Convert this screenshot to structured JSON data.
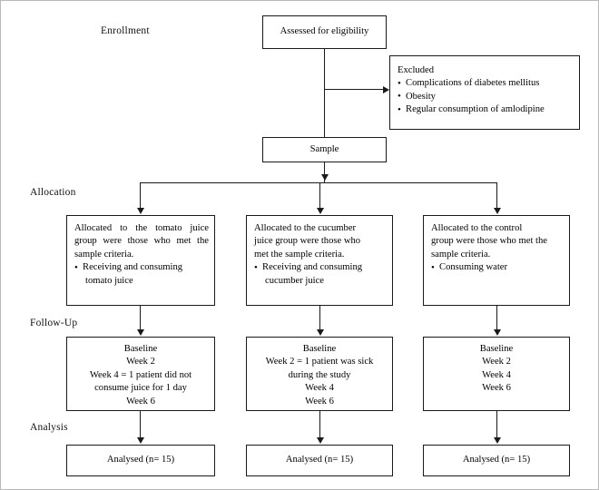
{
  "figure": {
    "type": "consort-flow-diagram",
    "title": "CONSORT participant flow diagram"
  },
  "stages": [
    {
      "id": "enrollment",
      "label": "Enrollment"
    },
    {
      "id": "allocation",
      "label": "Allocation"
    },
    {
      "id": "follow_up",
      "label": "Follow-Up"
    },
    {
      "id": "analysis",
      "label": "Analysis"
    }
  ],
  "enrollment": {
    "assessed": {
      "label": "Assessed for eligibility"
    },
    "excluded": {
      "heading": "Excluded",
      "reasons": [
        "Complications of diabetes mellitus",
        "Obesity",
        "Regular consumption of amlodipine"
      ]
    },
    "sample": {
      "label": "Sample"
    }
  },
  "allocation": {
    "arms": [
      {
        "id": "tomato",
        "text_line1": "Allocated to  the  tomato  juice",
        "text_line2": "group were those who met the",
        "text_line3": "sample criteria.",
        "bullet_line1": "Receiving  and  consuming",
        "bullet_line2": "tomato juice"
      },
      {
        "id": "cucumber",
        "text_line1": "Allocated to the cucumber",
        "text_line2": "juice group were those who",
        "text_line3": "met the sample criteria.",
        "bullet_line1": "Receiving  and  consuming",
        "bullet_line2": "cucumber juice"
      },
      {
        "id": "control",
        "text_line1": "Allocated to  the control",
        "text_line2": "group were those who met the",
        "text_line3": "sample criteria.",
        "bullet_line1": "Consuming water",
        "bullet_line2": ""
      }
    ]
  },
  "follow_up": {
    "arms": [
      {
        "id": "tomato",
        "lines": [
          "Baseline",
          "Week 2",
          "Week 4 = 1 patient did not",
          "consume juice for 1 day",
          "Week 6"
        ]
      },
      {
        "id": "cucumber",
        "lines": [
          "Baseline",
          "Week 2 = 1 patient was sick",
          "during the study",
          "Week 4",
          "Week 6"
        ]
      },
      {
        "id": "control",
        "lines": [
          "Baseline",
          "Week 2",
          "Week 4",
          "Week 6"
        ]
      }
    ]
  },
  "analysis": {
    "arms": [
      {
        "id": "tomato",
        "label": "Analysed  (n= 15)"
      },
      {
        "id": "cucumber",
        "label": "Analysed  (n= 15)"
      },
      {
        "id": "control",
        "label": "Analysed  (n= 15)"
      }
    ]
  },
  "colors": {
    "stroke": "#1a1a1a",
    "background": "#ffffff",
    "outer_border": "#b9b9b9",
    "text": "#000000"
  }
}
